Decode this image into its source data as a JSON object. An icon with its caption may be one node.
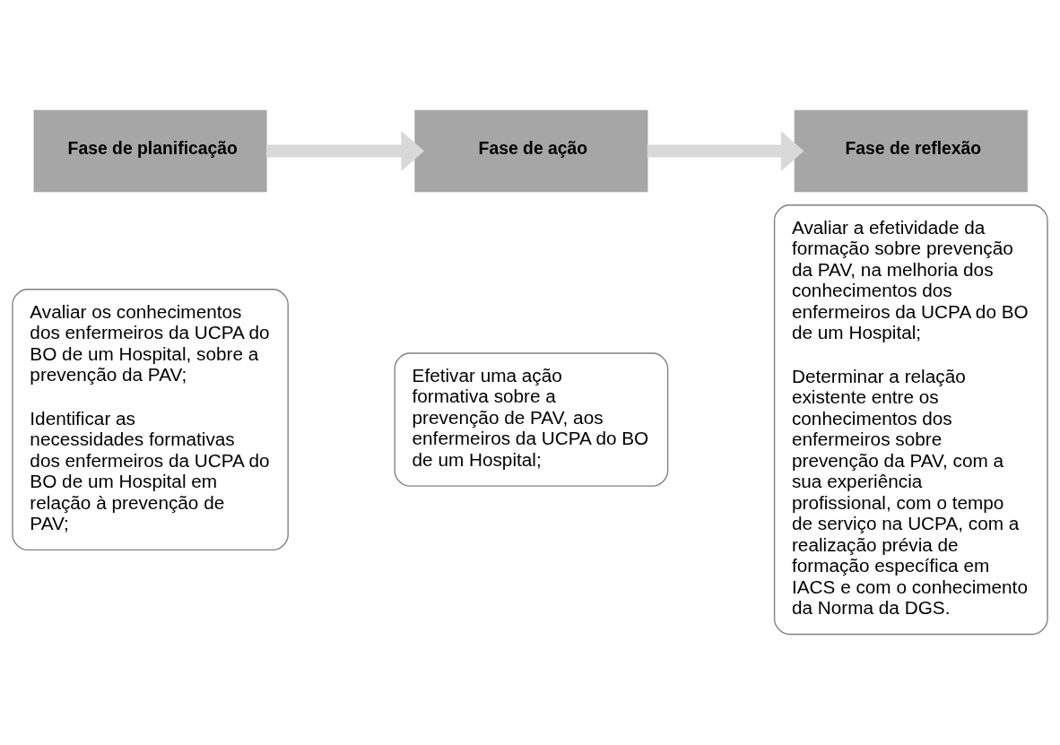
{
  "diagram": {
    "nodes": [
      {
        "text": [
          "Fase de planificação"
        ]
      },
      {
        "text": [
          "Avaliar os conhecimentos dos enfermeiros da UCPA do BO de um Hospital, sobre a prevenção da PAV;",
          "Identificar as necessidades formativas dos enfermeiros da UCPA do BO de um Hospital em relação à prevenção de PAV;"
        ]
      },
      {
        "text": [
          "Fase de ação"
        ]
      },
      {
        "text": [
          "Efetivar uma ação formativa sobre a prevenção de PAV, aos enfermeiros da UCPA do BO de um Hospital;"
        ]
      },
      {
        "text": [
          "Fase de reflexão"
        ]
      },
      {
        "text": [
          "Avaliar a efetividade da formação sobre prevenção da PAV, na melhoria dos conhecimentos dos enfermeiros da UCPA do BO de um Hospital;",
          "Determinar a relação existente entre os conhecimentos dos enfermeiros sobre prevenção da PAV, com a sua experiência profissional, com o tempo de serviço na UCPA, com a realização prévia de formação específica em IACS e com o conhecimento da Norma da DGS."
        ]
      }
    ],
    "edges": [
      {
        "from": 0,
        "to": 2,
        "arrow": "to"
      },
      {
        "from": 2,
        "to": 4,
        "arrow": "to"
      }
    ]
  }
}
